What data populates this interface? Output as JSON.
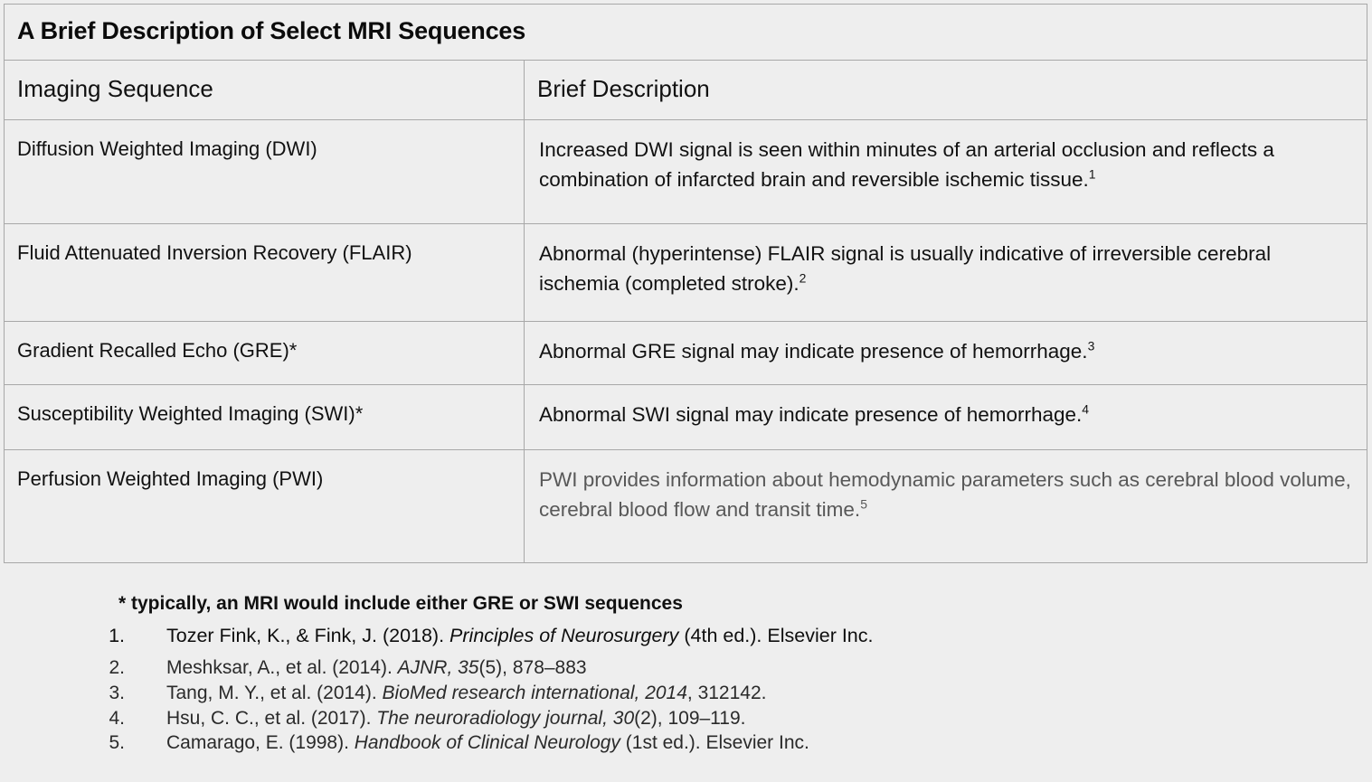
{
  "table": {
    "title": "A Brief Description of Select MRI Sequences",
    "columns": [
      "Imaging Sequence",
      "Brief Description"
    ],
    "rows": [
      {
        "sequence": "Diffusion Weighted Imaging (DWI)",
        "description": "Increased DWI signal is seen within minutes of an arterial occlusion and reflects a combination of infarcted brain and reversible ischemic tissue.",
        "superscript": "1",
        "muted": false
      },
      {
        "sequence": "Fluid Attenuated Inversion Recovery (FLAIR)",
        "description": "Abnormal (hyperintense) FLAIR signal is usually indicative of irreversible cerebral ischemia (completed stroke).",
        "superscript": "2",
        "muted": false
      },
      {
        "sequence": "Gradient Recalled Echo (GRE)*",
        "description": "Abnormal GRE signal may indicate presence of hemorrhage.",
        "superscript": "3",
        "muted": false
      },
      {
        "sequence": "Susceptibility Weighted Imaging (SWI)*",
        "description": "Abnormal SWI signal may indicate presence of hemorrhage.",
        "superscript": "4",
        "muted": false
      },
      {
        "sequence": "Perfusion Weighted Imaging (PWI)",
        "description": "PWI provides information about hemodynamic parameters such as cerebral blood volume, cerebral blood flow and transit time.",
        "superscript": "5",
        "muted": true
      }
    ]
  },
  "footnotes": {
    "asterisk_note": "* typically, an MRI would include either GRE or SWI sequences",
    "references": [
      {
        "number": "1.",
        "pre": "Tozer Fink, K., & Fink, J. (2018). ",
        "italic": "Principles of Neurosurgery",
        "post": " (4th ed.). Elsevier Inc."
      },
      {
        "number": "2.",
        "pre": "Meshksar, A., et al. (2014). ",
        "italic": "AJNR, 35",
        "post": "(5), 878–883"
      },
      {
        "number": "3.",
        "pre": "Tang, M. Y., et al.  (2014). ",
        "italic": "BioMed research international, 2014",
        "post": ", 312142."
      },
      {
        "number": "4.",
        "pre": "Hsu, C. C., et al. (2017). ",
        "italic": "The neuroradiology journal, 30",
        "post": "(2), 109–119."
      },
      {
        "number": "5.",
        "pre": "Camarago, E. (1998). ",
        "italic": "Handbook of Clinical Neurology",
        "post": " (1st ed.). Elsevier Inc."
      }
    ]
  },
  "colors": {
    "background": "#eeeeee",
    "border": "#a8a8a8",
    "text": "#111111",
    "muted_text": "#585858"
  }
}
